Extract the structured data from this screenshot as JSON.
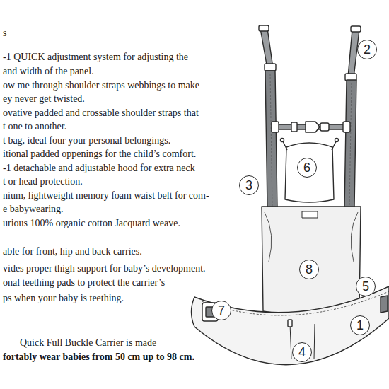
{
  "diagram": {
    "nodes": [
      {
        "text": [
          "2"
        ]
      },
      {
        "text": [
          "6"
        ]
      },
      {
        "text": [
          "3"
        ]
      },
      {
        "text": [
          "8"
        ]
      },
      {
        "text": [
          "5"
        ]
      },
      {
        "text": [
          "7"
        ]
      },
      {
        "text": [
          "4"
        ]
      },
      {
        "text": [
          "1"
        ]
      }
    ],
    "labels": [
      "s",
      "-1 QUICK  adjustment system for adjusting the",
      "and width of the panel.",
      "ow me through shoulder straps webbings to make",
      "ey never get twisted.",
      "ovative padded and crossable shoulder straps that",
      "t one to another.",
      "t bag, ideal four your personal belongings.",
      "itional padded oppenings for the child’s comfort.",
      "-1 detachable and adjustable hood for extra neck",
      "t or head protection.",
      "nium, lightweight memory foam waist belt for com-",
      "e babywearing.",
      "urious 100% organic cotton  Jacquard weave.",
      "able for front, hip and back carries.",
      "vides proper thigh support for baby’s development.",
      "onal  teething  pads to protect the carrier’s",
      "ps when your baby is teething.",
      "Quick Full Buckle Carrier is made",
      "fortably wear babies from 50 cm up to 98 cm."
    ]
  }
}
